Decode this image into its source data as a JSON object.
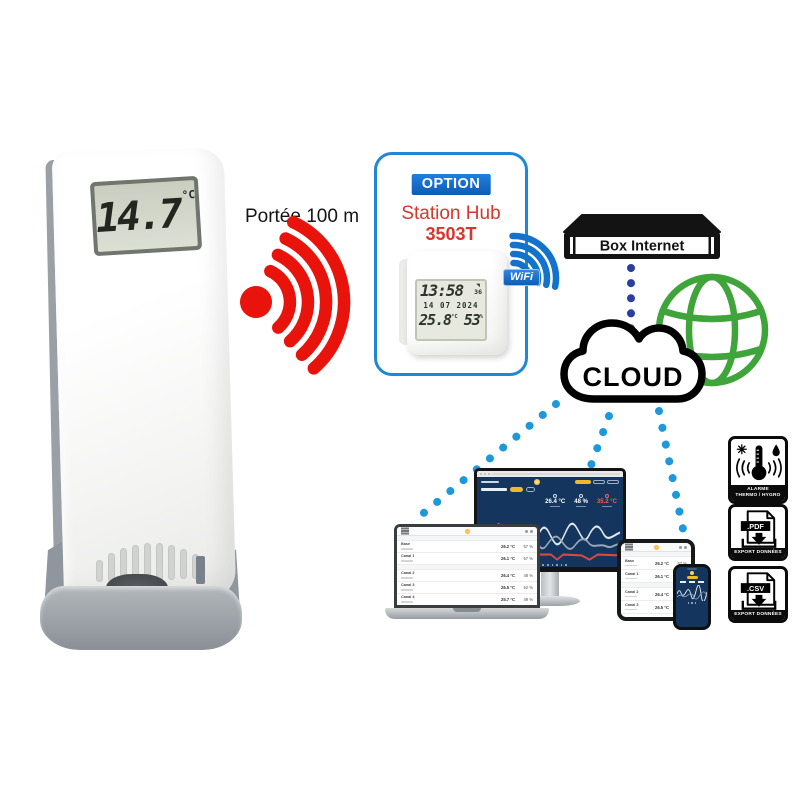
{
  "sensor": {
    "reading": "14.7",
    "unit": "°C"
  },
  "range": {
    "label": "Portée 100 m"
  },
  "hub": {
    "option_label": "OPTION",
    "name": "Station Hub",
    "model": "3503T",
    "display": {
      "time": "13:58",
      "seconds": "36",
      "date": "14 07 2024",
      "temperature": "25.8",
      "temperature_unit": "°C",
      "humidity": "53",
      "humidity_unit": "%"
    }
  },
  "wifi": {
    "label": "WiFi"
  },
  "box_internet": {
    "label": "Box Internet"
  },
  "cloud": {
    "label": "CLOUD"
  },
  "monitor_dashboard": {
    "temperature": "26.4 °C",
    "humidity": "48 %",
    "alert_temperature": "35.2 °C"
  },
  "laptop_table": {
    "rows": [
      {
        "label": "Base",
        "temp": "26.2 °C",
        "hum": "57 %"
      },
      {
        "label": "Canal 1",
        "temp": "26.1 °C",
        "hum": "57 %"
      },
      {
        "label": "Canal 2",
        "temp": "26.4 °C",
        "hum": "48 %"
      },
      {
        "label": "Canal 3",
        "temp": "26.5 °C",
        "hum": "52 %"
      },
      {
        "label": "Canal 4",
        "temp": "25.7 °C",
        "hum": "49 %"
      }
    ]
  },
  "tablet_table": {
    "rows": [
      {
        "label": "Base",
        "temp": "26.2 °C",
        "hum": "57 %"
      },
      {
        "label": "Canal 1",
        "temp": "26.1 °C",
        "hum": "57 %"
      },
      {
        "label": "Canal 2",
        "temp": "26.4 °C",
        "hum": "48 %"
      },
      {
        "label": "Canal 3",
        "temp": "26.5 °C",
        "hum": "52 %"
      }
    ]
  },
  "badges": {
    "alarm": {
      "line1": "ALARME",
      "line2": "THERMO / HYGRO"
    },
    "pdf": {
      "file_type": ".PDF",
      "label": "EXPORT DONNÉES"
    },
    "csv": {
      "file_type": ".CSV",
      "label": "EXPORT DONNÉES"
    }
  },
  "colors": {
    "signal_red": "#e8140c",
    "wifi_blue": "#1272cc",
    "frame_blue": "#1e88d6",
    "globe_green": "#3fa53a",
    "dots_dark_blue": "#2b3f9e",
    "dots_light_blue": "#1e98da",
    "dashboard_navy": "#14365e",
    "accent_yellow": "#f0b929",
    "alert_red": "#ff5a52"
  }
}
